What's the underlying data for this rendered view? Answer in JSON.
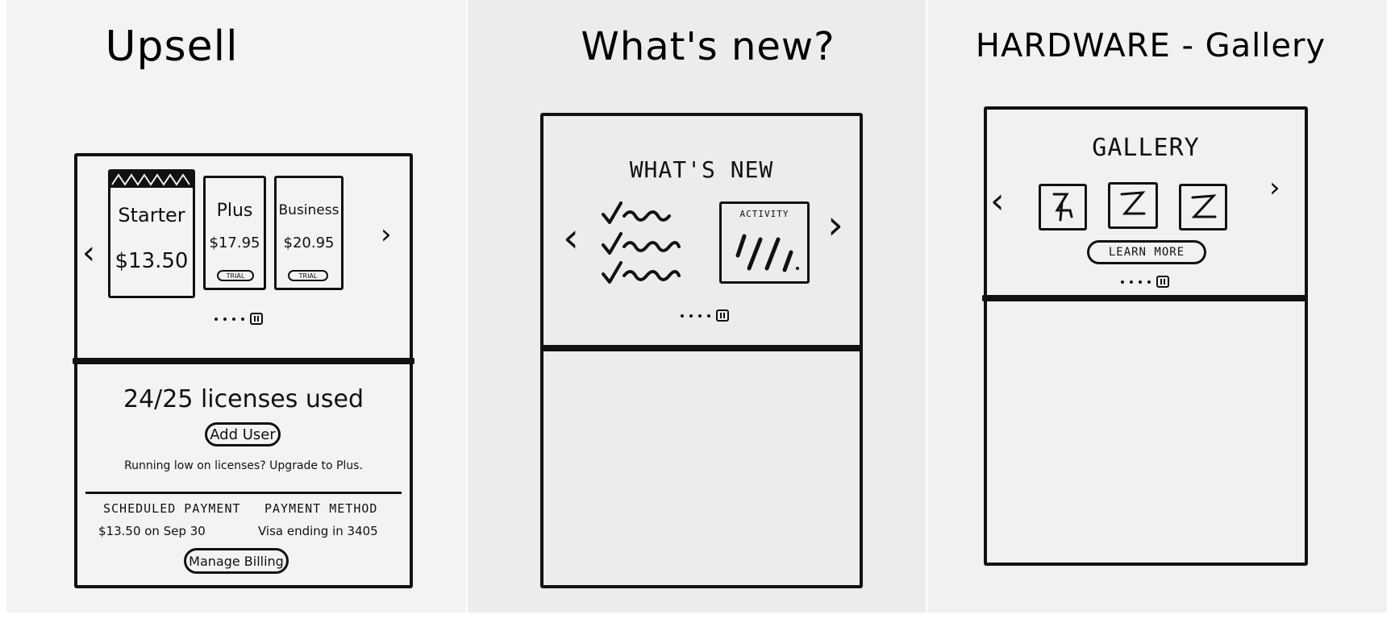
{
  "panel1": {
    "title": "Upsell",
    "plans": [
      {
        "name": "Starter",
        "price": "$13.50",
        "trial": ""
      },
      {
        "name": "Plus",
        "price": "$17.95",
        "trial": "TRIAL"
      },
      {
        "name": "Business",
        "price": "$20.95",
        "trial": "TRIAL"
      }
    ],
    "licenses": "24/25 licenses used",
    "add_user": "Add User",
    "upgrade_note": "Running low on licenses? Upgrade to Plus.",
    "scheduled_label": "SCHEDULED PAYMENT",
    "scheduled_value": "$13.50 on Sep 30",
    "method_label": "PAYMENT METHOD",
    "method_value": "Visa ending in 3405",
    "manage_billing": "Manage Billing"
  },
  "panel2": {
    "title": "What's new?",
    "heading": "WHAT'S NEW",
    "activity": "ACTIVITY"
  },
  "panel3": {
    "title": "HARDWARE - Gallery",
    "heading": "GALLERY",
    "learn_more": "LEARN MORE"
  }
}
